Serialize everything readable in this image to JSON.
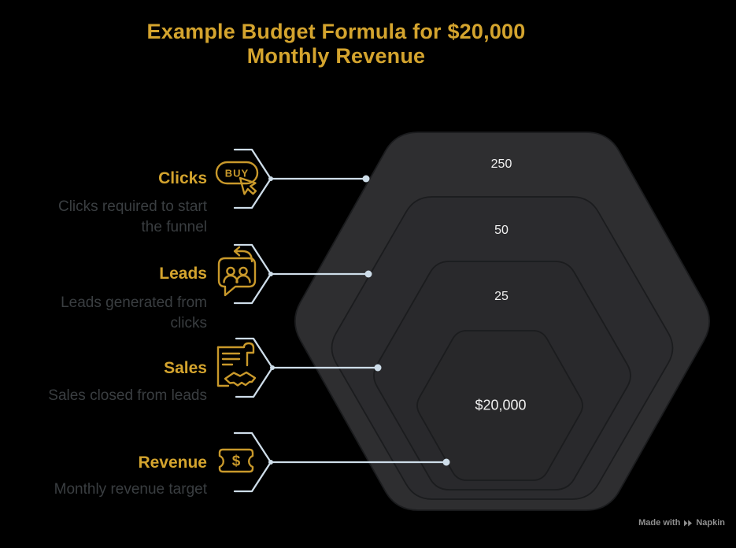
{
  "title": {
    "line1": "Example Budget Formula for $20,000",
    "line2": "Monthly Revenue"
  },
  "levels": [
    {
      "label": "Clicks",
      "desc_lines": [
        "Clicks required to start",
        "the funnel"
      ],
      "value": "250",
      "icon": "buy-click-cursor-icon"
    },
    {
      "label": "Leads",
      "desc_lines": [
        "Leads generated from",
        "clicks"
      ],
      "value": "50",
      "icon": "chat-bubble-people-icon"
    },
    {
      "label": "Sales",
      "desc_lines": [
        "Sales closed from leads"
      ],
      "value": "25",
      "icon": "contract-handshake-icon"
    },
    {
      "label": "Revenue",
      "desc_lines": [
        "Monthly revenue target"
      ],
      "value": "$20,000",
      "icon": "banknote-dollar-icon"
    }
  ],
  "icon_glyphs": {
    "buy_label": "BUY",
    "dollar": "$"
  },
  "footer": {
    "made_with": "Made with",
    "brand": "Napkin"
  },
  "colors": {
    "background": "#000000",
    "accent_gold": "#D4A42E",
    "icon_gold": "#C9992B",
    "description_gray": "#3A3E41",
    "connector_blue": "#CEDDE9",
    "value_white": "#F0F0F0",
    "hexagon_fill": "#2D2D2F",
    "hexagon_border": "#1B1C1E"
  },
  "chart_data": {
    "type": "nested-hexagon-funnel",
    "title": "Example Budget Formula for $20,000 Monthly Revenue",
    "legend_position": "left",
    "levels": [
      {
        "stage": "Clicks",
        "value": 250,
        "display": "250",
        "description": "Clicks required to start the funnel"
      },
      {
        "stage": "Leads",
        "value": 50,
        "display": "50",
        "description": "Leads generated from clicks"
      },
      {
        "stage": "Sales",
        "value": 25,
        "display": "25",
        "description": "Sales closed from leads"
      },
      {
        "stage": "Revenue",
        "value": 20000,
        "display": "$20,000",
        "description": "Monthly revenue target"
      }
    ]
  }
}
